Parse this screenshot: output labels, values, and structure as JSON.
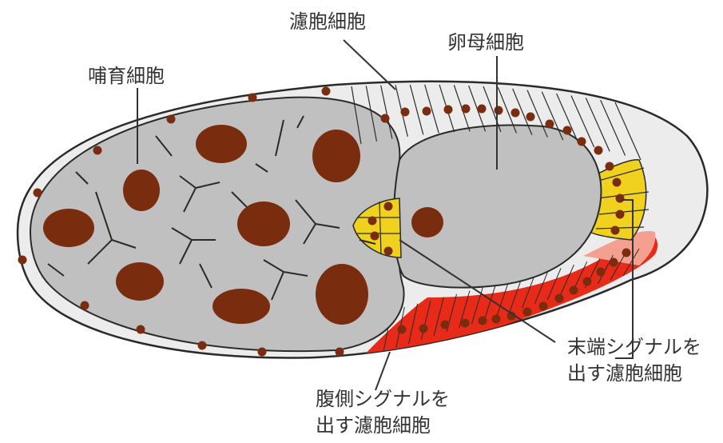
{
  "labels": {
    "nurse_cells": "哺育細胞",
    "follicle_cells": "濾胞細胞",
    "oocyte": "卵母細胞",
    "terminal_signal_line1": "末端シグナルを",
    "terminal_signal_line2": "出す濾胞細胞",
    "ventral_signal_line1": "腹側シグナルを",
    "ventral_signal_line2": "出す濾胞細胞"
  },
  "colors": {
    "cytoplasm": "#c0c0c0",
    "nucleus": "#7a2c0e",
    "follicle": "#ececec",
    "terminal_follicle": "#f0d21e",
    "ventral_follicle": "#e82a18",
    "outline": "#2a2a2a"
  }
}
